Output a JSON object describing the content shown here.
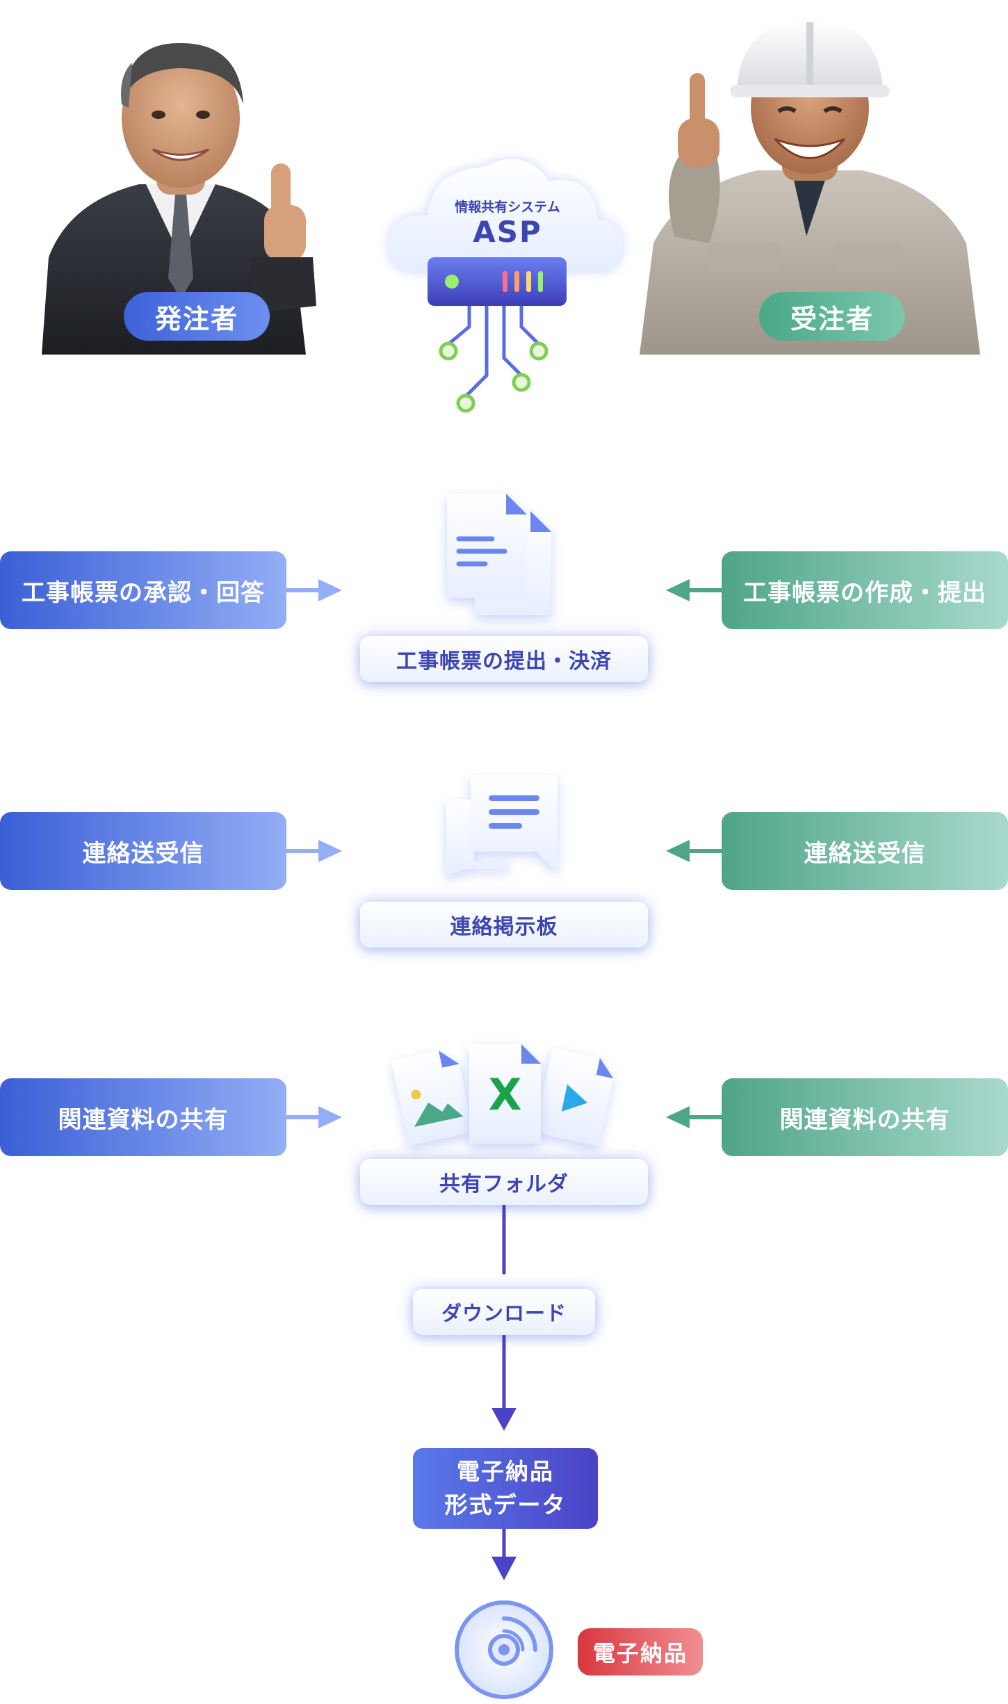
{
  "asp": {
    "subtitle": "情報共有システム",
    "title": "ASP"
  },
  "orderer": {
    "label": "発注者"
  },
  "contractor": {
    "label": "受注者"
  },
  "rows": [
    {
      "left_label": "工事帳票の承認・回答",
      "center_label": "工事帳票の提出・決済",
      "right_label": "工事帳票の作成・提出",
      "icon": "document-icon"
    },
    {
      "left_label": "連絡送受信",
      "center_label": "連絡掲示板",
      "right_label": "連絡送受信",
      "icon": "chat-bubbles-icon"
    },
    {
      "left_label": "関連資料の共有",
      "center_label": "共有フォルダ",
      "right_label": "関連資料の共有",
      "icon": "shared-files-icon"
    }
  ],
  "files_icon": {
    "excel_letter": "X"
  },
  "download": {
    "label": "ダウンロード"
  },
  "format": {
    "line1": "電子納品",
    "line2": "形式データ"
  },
  "delivery": {
    "label": "電子納品"
  },
  "colors": {
    "orderer_blue": "#3d62d9",
    "contractor_green": "#4aa887",
    "flow_purple": "#4a43c6",
    "delivery_red": "#d9363d"
  }
}
